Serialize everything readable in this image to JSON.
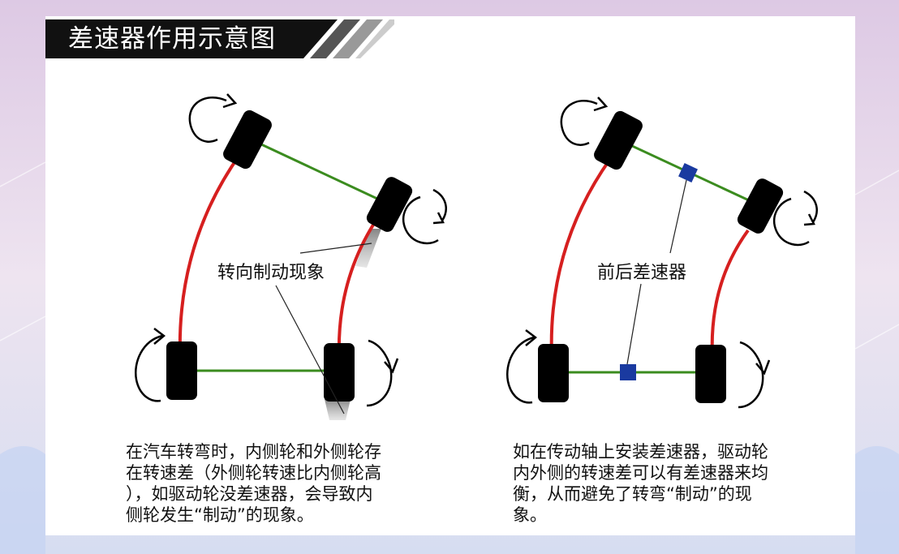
{
  "title": "差速器作用示意图",
  "left_panel": {
    "label": "转向制动现象",
    "caption": "在汽车转弯时，内侧轮和外侧轮存\n在转速差（外侧轮转速比内侧轮高\n），如驱动轮没差速器，会导致内\n侧轮发生“制动”的现象。"
  },
  "right_panel": {
    "label": "前后差速器",
    "caption": "如在传动轴上安装差速器，驱动轮\n内外侧的转速差可以有差速器来均\n衡，从而避免了转弯“制动”的现\n象。"
  },
  "colors": {
    "title_bar": "#111111",
    "track": "#d61f1f",
    "axle": "#3b8c1f",
    "differential": "#1a3aa0",
    "wheel": "#000000"
  }
}
